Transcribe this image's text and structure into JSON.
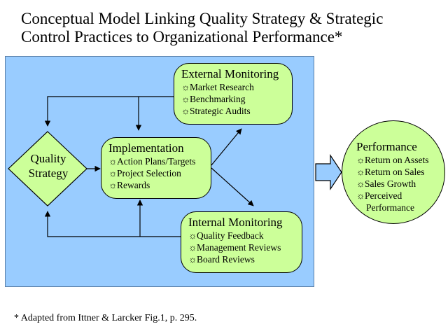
{
  "title": {
    "line1": "Conceptual Model Linking Quality Strategy & Strategic",
    "line2": "Control Practices to Organizational Performance*"
  },
  "bullet": "☼",
  "quality_strategy": {
    "line1": "Quality",
    "line2": "Strategy"
  },
  "implementation": {
    "heading": "Implementation",
    "items": [
      "Action Plans/Targets",
      "Project Selection",
      "Rewards"
    ]
  },
  "external_monitoring": {
    "heading": "External Monitoring",
    "items": [
      "Market Research",
      "Benchmarking",
      "Strategic Audits"
    ]
  },
  "internal_monitoring": {
    "heading": "Internal Monitoring",
    "items": [
      "Quality Feedback",
      "Management Reviews",
      "Board Reviews"
    ]
  },
  "performance": {
    "heading": "Performance",
    "items": [
      "Return on Assets",
      "Return on Sales",
      "Sales Growth",
      "Perceived"
    ],
    "continuation": "Performance"
  },
  "footnote": "* Adapted from Ittner & Larcker Fig.1, p. 295.",
  "colors": {
    "panel": "#99ccff",
    "node": "#ccff99",
    "line": "#000000"
  }
}
